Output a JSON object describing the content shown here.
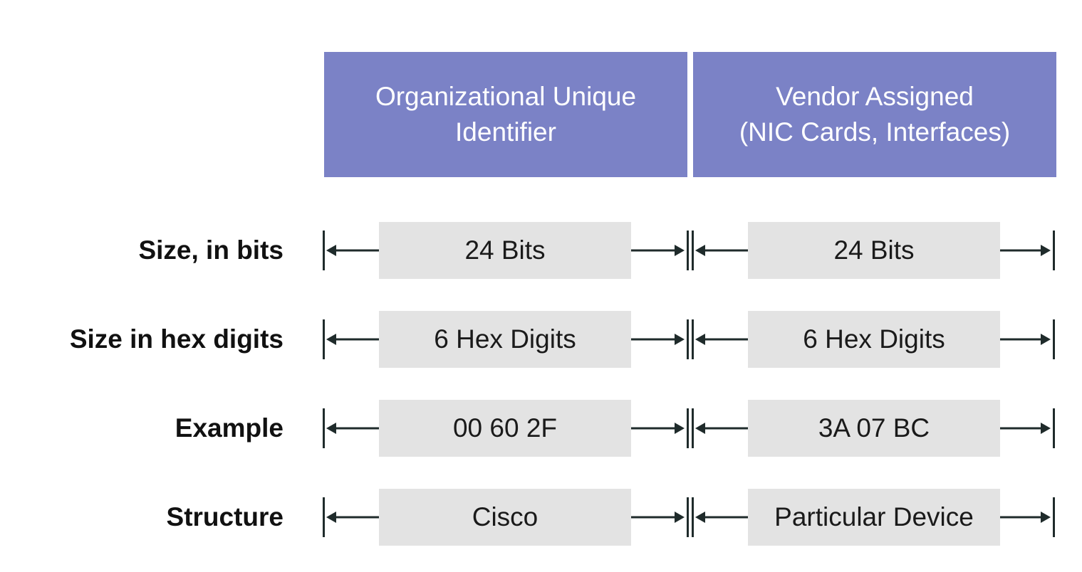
{
  "headers": {
    "oui": {
      "line1": "Organizational Unique",
      "line2": "Identifier"
    },
    "vendor": {
      "line1": "Vendor Assigned",
      "line2": "(NIC Cards, Interfaces)"
    }
  },
  "rows": [
    {
      "label": "Size, in bits",
      "oui": "24 Bits",
      "vendor": "24 Bits"
    },
    {
      "label": "Size in hex digits",
      "oui": "6 Hex Digits",
      "vendor": "6 Hex Digits"
    },
    {
      "label": "Example",
      "oui": "00 60 2F",
      "vendor": "3A 07 BC"
    },
    {
      "label": "Structure",
      "oui": "Cisco",
      "vendor": "Particular Device"
    }
  ],
  "colors": {
    "header_fill": "#7b82c6",
    "box_fill": "#e3e3e3",
    "arrow": "#1f2b2b"
  },
  "icons": [
    "left-arrow-icon",
    "right-arrow-icon"
  ]
}
